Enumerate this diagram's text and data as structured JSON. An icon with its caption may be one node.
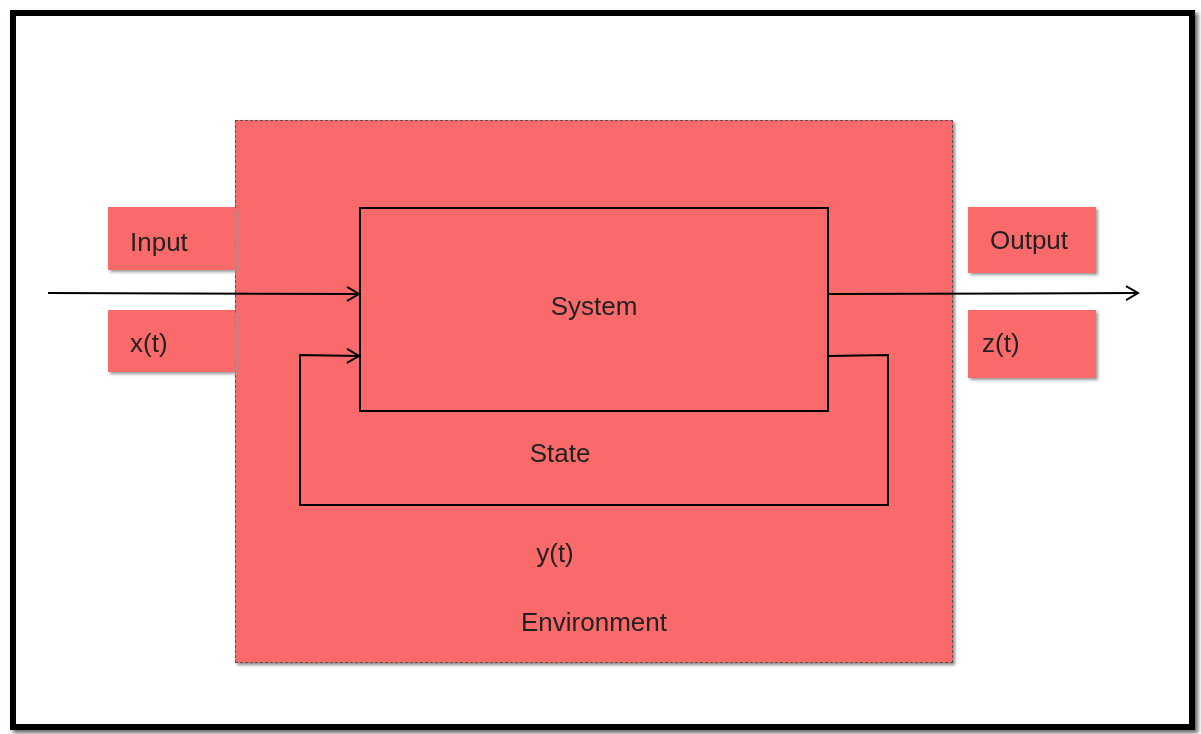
{
  "diagram": {
    "nodes": [
      {
        "text": [
          "Environment"
        ]
      },
      {
        "text": [
          "System"
        ],
        "in": 0
      },
      {
        "text": [
          "Input"
        ]
      },
      {
        "text": [
          "x(t)"
        ]
      },
      {
        "text": [
          "Output"
        ]
      },
      {
        "text": [
          "z(t)"
        ]
      }
    ],
    "edges": [
      {
        "from": null,
        "to": 1,
        "arrow": "to"
      },
      {
        "from": 1,
        "to": null,
        "arrow": "to"
      },
      {
        "from": 1,
        "to": 1,
        "arrow": "to"
      }
    ],
    "labels": [
      "State",
      "y(t)"
    ]
  }
}
